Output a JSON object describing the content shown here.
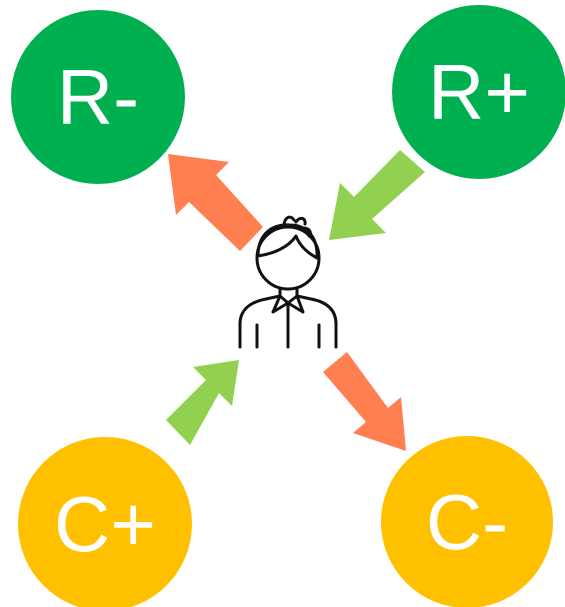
{
  "nodes": {
    "r_minus": {
      "label": "R-",
      "color": "#00B050"
    },
    "r_plus": {
      "label": "R+",
      "color": "#00B050"
    },
    "c_plus": {
      "label": "C+",
      "color": "#FFC000"
    },
    "c_minus": {
      "label": "C-",
      "color": "#FFC000"
    }
  },
  "center": {
    "icon": "person-icon",
    "color": "#111111"
  },
  "arrows": [
    {
      "from": "person",
      "to": "r_minus",
      "color": "#FF7F50"
    },
    {
      "from": "r_plus",
      "to": "person",
      "color": "#92D050"
    },
    {
      "from": "c_plus",
      "to": "person",
      "color": "#92D050"
    },
    {
      "from": "person",
      "to": "c_minus",
      "color": "#FF7F50"
    }
  ]
}
